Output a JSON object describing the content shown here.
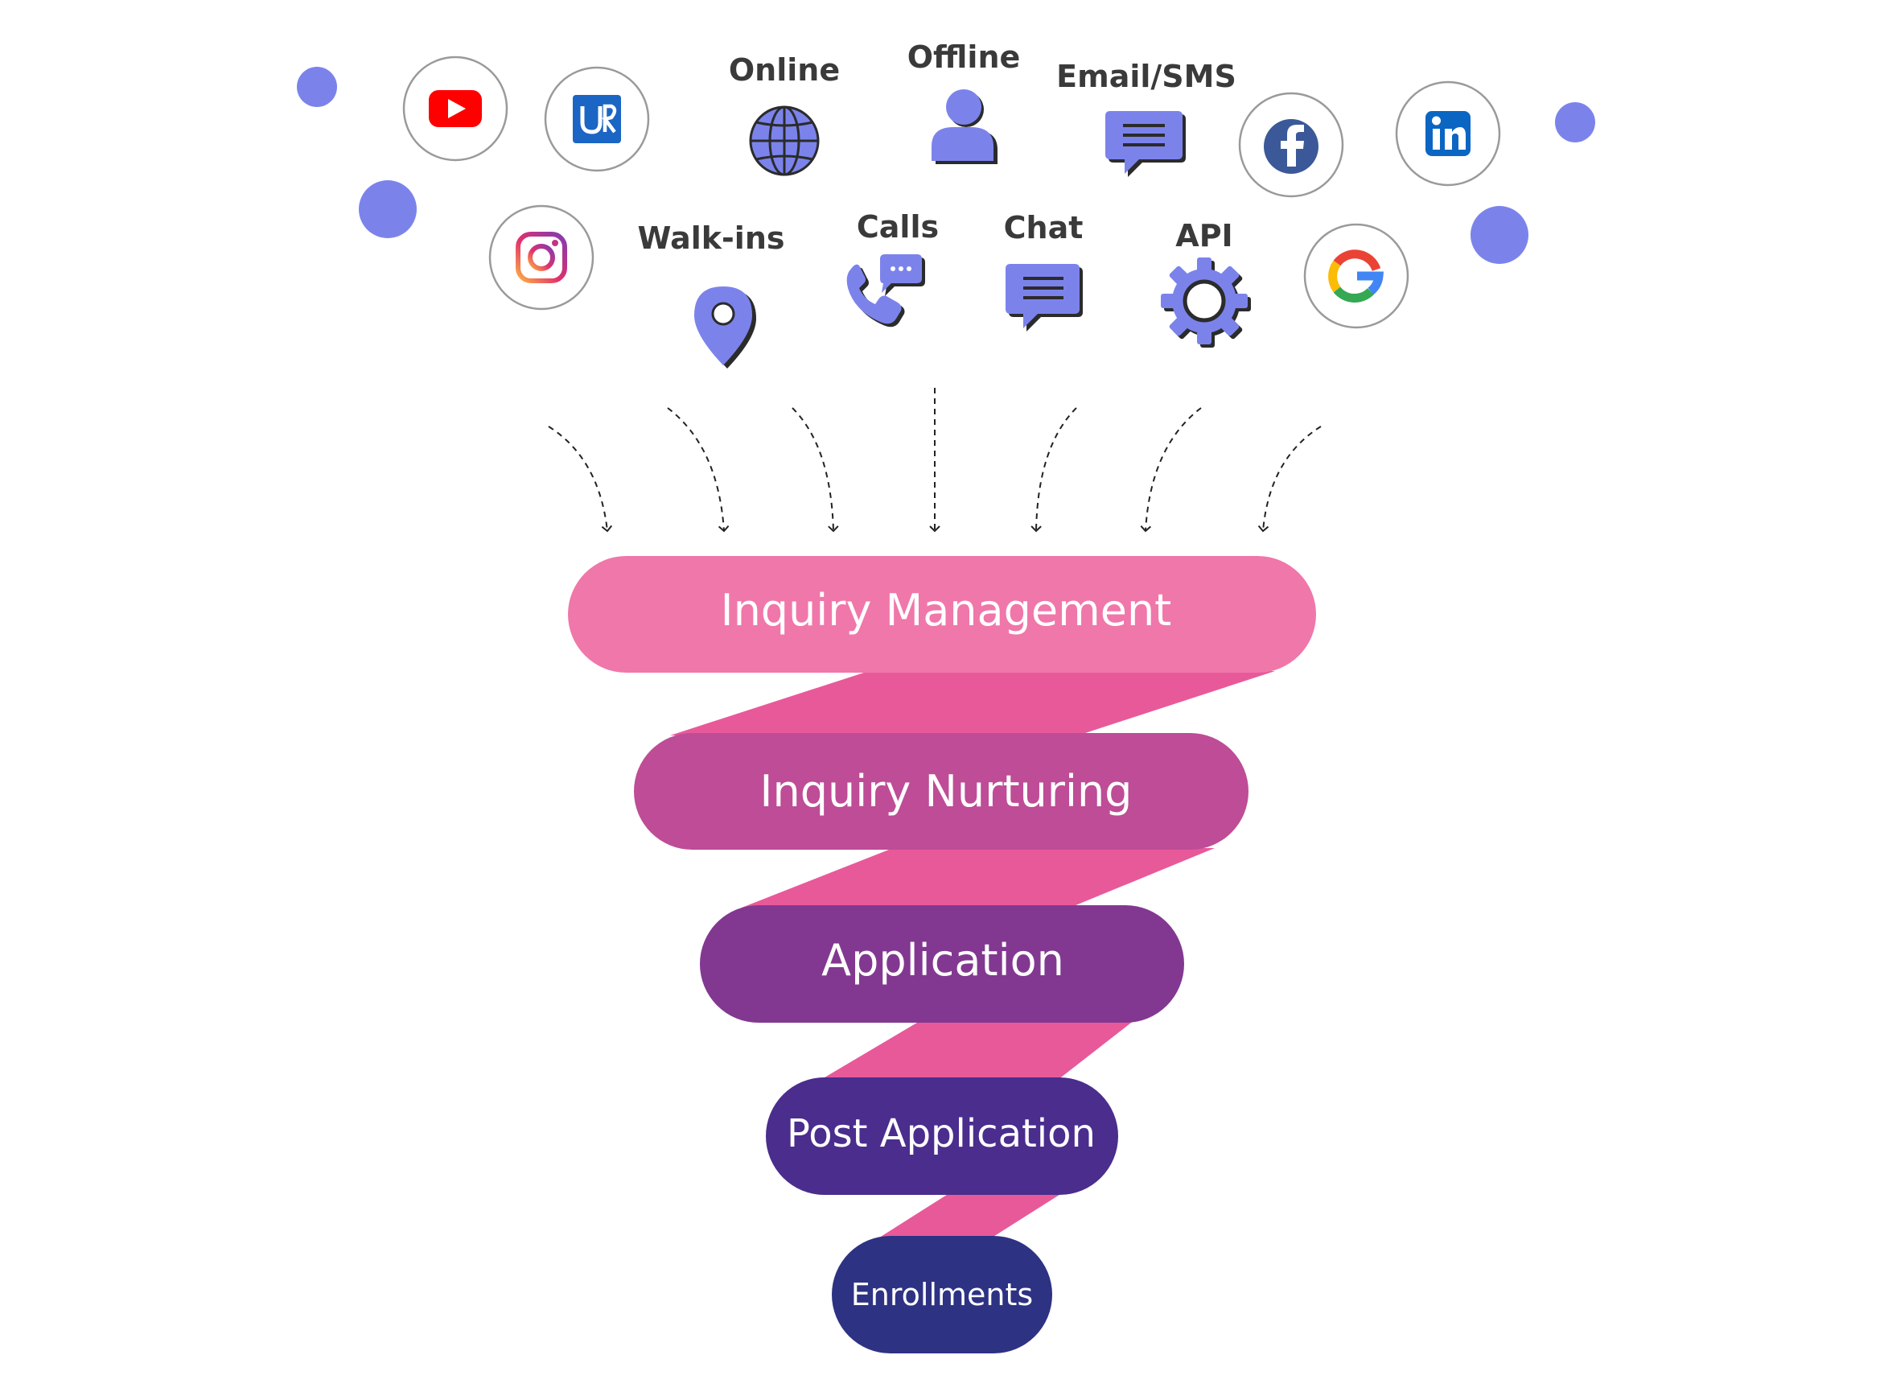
{
  "channels": {
    "online": "Online",
    "offline": "Offline",
    "email_sms": "Email/SMS",
    "walk_ins": "Walk-ins",
    "calls": "Calls",
    "chat": "Chat",
    "api": "API"
  },
  "social_icons": [
    "youtube-icon",
    "uniapply-icon",
    "instagram-icon",
    "facebook-icon",
    "linkedin-icon",
    "google-icon"
  ],
  "stages": [
    {
      "label": "Inquiry Management",
      "color": "#F077AA"
    },
    {
      "label": "Inquiry Nurturing",
      "color": "#BE4C96"
    },
    {
      "label": "Application",
      "color": "#823891"
    },
    {
      "label": "Post Application",
      "color": "#4A2D8D"
    },
    {
      "label": "Enrollments",
      "color": "#2D3283"
    }
  ],
  "colors": {
    "accent": "#7B83EB",
    "ribbon": "#E8599A",
    "label": "#3A3A3A"
  }
}
